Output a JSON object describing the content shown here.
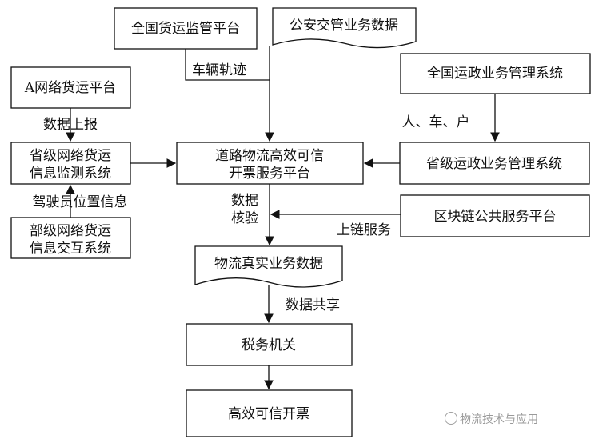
{
  "nodes": {
    "national_freight": "全国货运监管平台",
    "public_security": "公安交管业务数据",
    "national_transport": "全国运政业务管理系统",
    "a_platform": "A网络货运平台",
    "provincial_monitor": [
      "省级网络货运",
      "信息监测系统"
    ],
    "ministry_exchange": [
      "部级网络货运",
      "信息交互系统"
    ],
    "core_platform": [
      "道路物流高效可信",
      "开票服务平台"
    ],
    "provincial_transport": "省级运政业务管理系统",
    "blockchain": "区块链公共服务平台",
    "logistics_data": "物流真实业务数据",
    "tax_authority": "税务机关",
    "invoice": "高效可信开票"
  },
  "edge_labels": {
    "vehicle_track": "车辆轨迹",
    "people_car_household": "人、车、户",
    "data_report": "数据上报",
    "driver_location": "驾驶员位置信息",
    "data_verify": [
      "数据",
      "核验"
    ],
    "chain_service": "上链服务",
    "data_share": "数据共享"
  },
  "watermark": "物流技术与应用"
}
